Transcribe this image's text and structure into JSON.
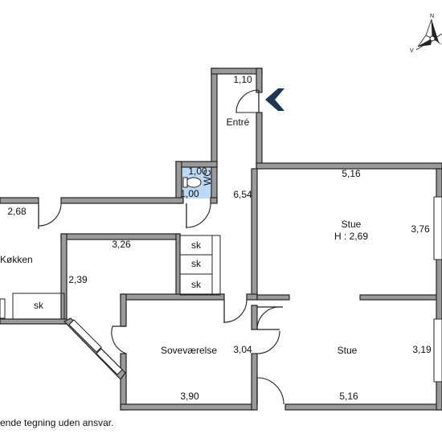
{
  "rooms": {
    "entre": {
      "name": "Entré",
      "width": "1,10",
      "length": "6,54"
    },
    "wc": {
      "name": "WC",
      "width": "1,00",
      "length": "1,00"
    },
    "stue_top": {
      "name": "Stue",
      "height": "H : 2,69",
      "width": "5,16",
      "length": "3,76"
    },
    "stue_bottom": {
      "name": "Stue",
      "width": "5,16",
      "length": "3,19"
    },
    "kokken": {
      "name": "Køkken",
      "width": "2,68",
      "length": "2,39"
    },
    "gang": {
      "width": "3,26"
    },
    "sovevaerelse": {
      "name": "Soveværelse",
      "width": "3,90",
      "length": "3,04"
    }
  },
  "storage": [
    "sk",
    "sk",
    "sk",
    "sk"
  ],
  "compass": {
    "n": "N",
    "v": "V"
  },
  "footer": "ende tegning uden ansvar.",
  "colors": {
    "wall": "#9a9a9a",
    "wc_fill": "#bcd9f3",
    "entrance_arrow": "#1d3557"
  }
}
